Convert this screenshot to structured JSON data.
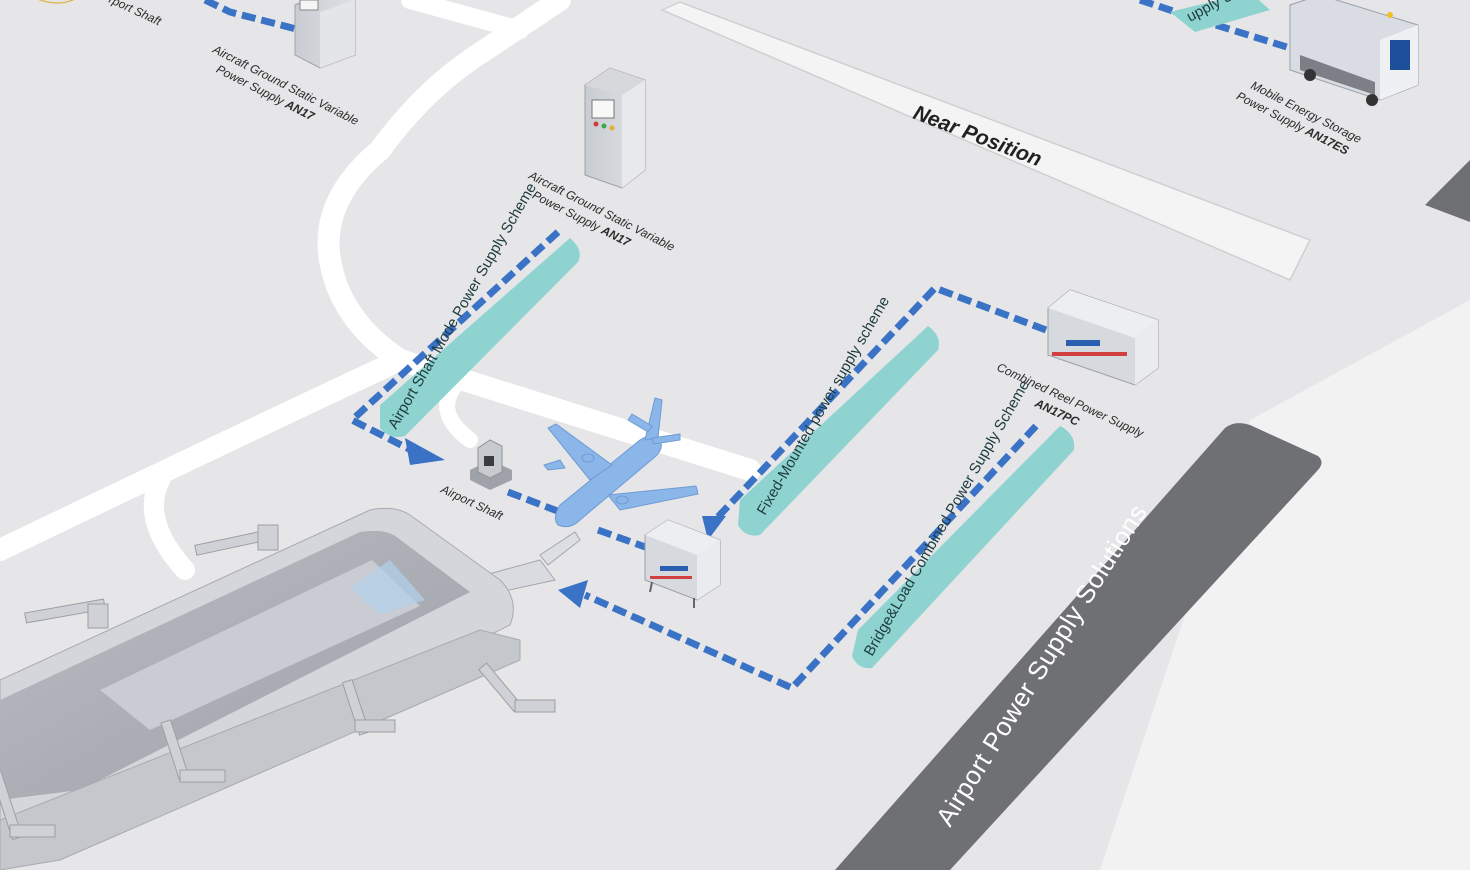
{
  "diagram": {
    "title": "Airport Power Supply Solutions",
    "near_position": "Near Position",
    "schemes": {
      "top_partial": "upply Scheme",
      "airport_shaft_mode": "Airport Shaft Mode Power Supply Scheme",
      "fixed_mounted": "Fixed-Mounted power supply scheme",
      "bridge_load": "Bridge&Load Combined Power Supply Scheme"
    },
    "equipment": {
      "an17_top": {
        "line1": "Aircraft Ground Static Variable",
        "line2": "Power Supply ",
        "model": "AN17"
      },
      "an17_center": {
        "line1": "Aircraft Ground Static Variable",
        "line2": "Power Supply ",
        "model": "AN17"
      },
      "mobile_storage": {
        "line1": "Mobile Energy Storage",
        "line2": "Power Supply ",
        "model": "AN17ES"
      },
      "combined_reel": {
        "line1": "Combined Reel Power Supply",
        "model": "AN17PC"
      },
      "airport_shaft": {
        "label": "Airport Shaft"
      },
      "partial_shaft": {
        "label": "rport Shaft"
      }
    },
    "colors": {
      "background": "#e6e6e8",
      "dashed_route": "#3a73c5",
      "scheme_badge": "#8fd3d0",
      "title_band": "#6f7073",
      "aircraft": "#8ab6ea"
    }
  }
}
